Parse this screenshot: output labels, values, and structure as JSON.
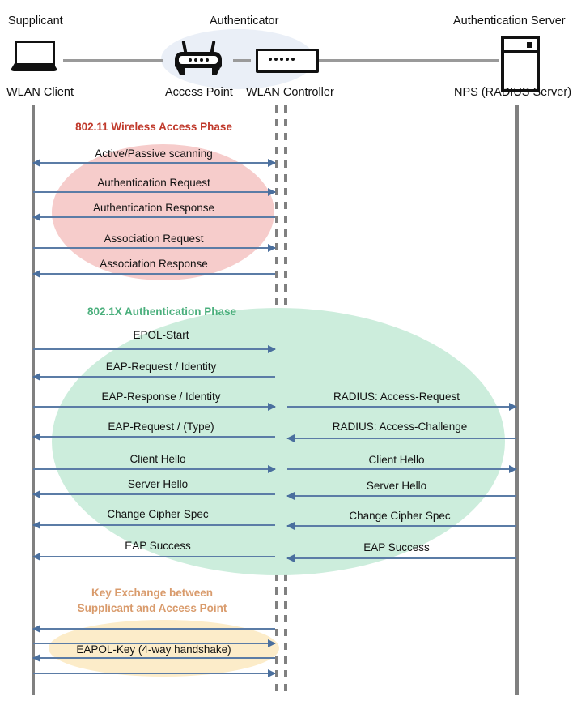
{
  "actors": [
    {
      "id": "supplicant",
      "role": "Supplicant",
      "device": "WLAN Client",
      "icon": "laptop-icon"
    },
    {
      "id": "authenticator",
      "role": "Authenticator",
      "device": "Access Point",
      "icon": "access-point-icon"
    },
    {
      "id": "controller",
      "role": "",
      "device": "WLAN Controller",
      "icon": "wlan-controller-icon"
    },
    {
      "id": "server",
      "role": "Authentication Server",
      "device": "NPS (RADIUS Server)",
      "icon": "server-icon"
    }
  ],
  "phases": [
    {
      "id": "wireless-access",
      "label": "802.11 Wireless Access Phase",
      "color": "#c0392b",
      "blob": "#f6cccb"
    },
    {
      "id": "dot1x-auth",
      "label": "802.1X Authentication Phase",
      "color": "#4aaf7c",
      "blob": "#cceddc"
    },
    {
      "id": "key-exchange",
      "label": "Key Exchange between\nSupplicant and Access Point",
      "line1": "Key Exchange between",
      "line2": "Supplicant and Access Point",
      "color": "#d99b6c",
      "blob": "#fcecc9"
    }
  ],
  "messages_left": [
    {
      "label": "Active/Passive scanning",
      "dir": "both"
    },
    {
      "label": "Authentication Request",
      "dir": "right"
    },
    {
      "label": "Authentication Response",
      "dir": "left"
    },
    {
      "label": "Association Request",
      "dir": "right"
    },
    {
      "label": "Association Response",
      "dir": "left"
    },
    {
      "label": "EPOL-Start",
      "dir": "right"
    },
    {
      "label": "EAP-Request / Identity",
      "dir": "left"
    },
    {
      "label": "EAP-Response / Identity",
      "dir": "right"
    },
    {
      "label": "EAP-Request / (Type)",
      "dir": "left"
    },
    {
      "label": "Client Hello",
      "dir": "right"
    },
    {
      "label": "Server Hello",
      "dir": "left"
    },
    {
      "label": "Change Cipher Spec",
      "dir": "left"
    },
    {
      "label": "EAP Success",
      "dir": "left"
    },
    {
      "label": "",
      "dir": "left"
    },
    {
      "label": "EAPOL-Key (4-way handshake)",
      "dir": "right"
    },
    {
      "label": "",
      "dir": "left"
    },
    {
      "label": "",
      "dir": "right"
    }
  ],
  "messages_right": [
    {
      "label": "RADIUS: Access-Request",
      "dir": "right"
    },
    {
      "label": "RADIUS: Access-Challenge",
      "dir": "left"
    },
    {
      "label": "Client Hello",
      "dir": "right"
    },
    {
      "label": "Server Hello",
      "dir": "left"
    },
    {
      "label": "Change Cipher Spec",
      "dir": "left"
    },
    {
      "label": "EAP Success",
      "dir": "left"
    }
  ],
  "colors": {
    "arrow": "#5b7ca6",
    "lifeline": "#808080",
    "authenticator_blob": "#eaeff7",
    "wire": "#9a9a9a"
  }
}
